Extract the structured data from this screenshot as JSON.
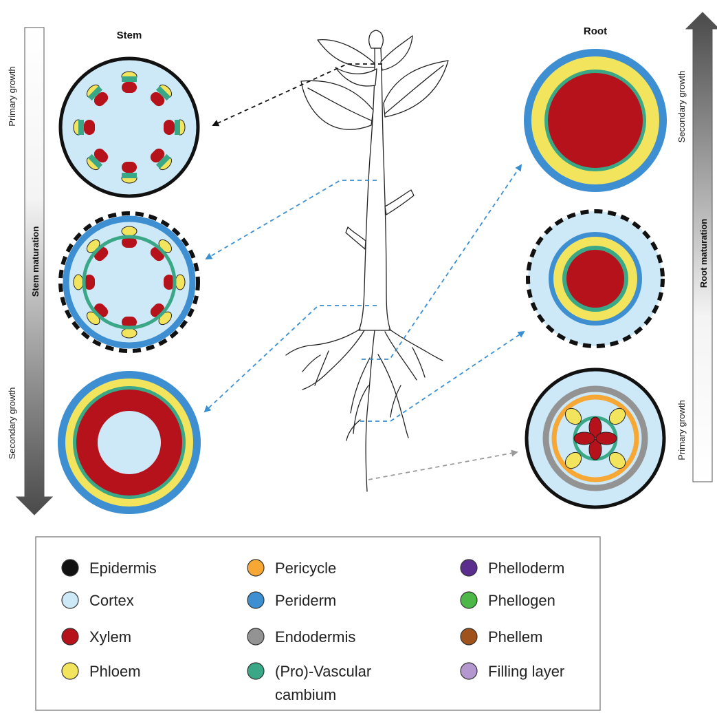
{
  "stem": {
    "title": "Stem",
    "axis_top": "Primary growth",
    "axis_middle": "Stem maturation",
    "axis_bottom": "Secondary growth"
  },
  "root": {
    "title": "Root",
    "axis_top": "Secondary growth",
    "axis_middle": "Root maturation",
    "axis_bottom": "Primary growth"
  },
  "legend": [
    {
      "label": "Epidermis",
      "color": "#111111"
    },
    {
      "label": "Cortex",
      "color": "#cde8f6"
    },
    {
      "label": "Xylem",
      "color": "#b5121b"
    },
    {
      "label": "Phloem",
      "color": "#f2e45c"
    },
    {
      "label": "Pericycle",
      "color": "#f7a734"
    },
    {
      "label": "Periderm",
      "color": "#3d8fd1"
    },
    {
      "label": "Endodermis",
      "color": "#939393"
    },
    {
      "label": "(Pro)-Vascular",
      "label2": "cambium",
      "color": "#3aa886"
    },
    {
      "label": "Phelloderm",
      "color": "#5b2d8e"
    },
    {
      "label": "Phellogen",
      "color": "#4db848"
    },
    {
      "label": "Phellem",
      "color": "#a0521d"
    },
    {
      "label": "Filling layer",
      "color": "#b497cf"
    }
  ],
  "colors": {
    "epidermis": "#111111",
    "cortex": "#cde8f6",
    "xylem": "#b5121b",
    "phloem": "#f2e45c",
    "pericycle": "#f7a734",
    "periderm": "#3d8fd1",
    "endodermis": "#939393",
    "cambium": "#3aa886",
    "arrow_blue": "#3a8fd0",
    "arrow_black": "#111111",
    "arrow_gray": "#9a9a9a"
  }
}
